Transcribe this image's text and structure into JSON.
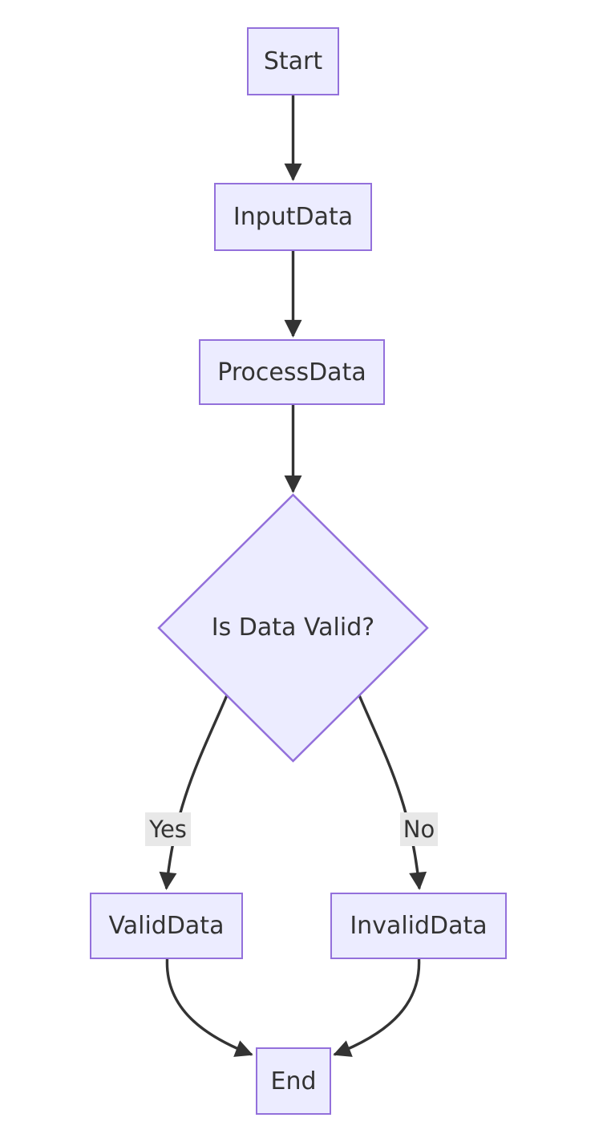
{
  "diagram": {
    "type": "flowchart",
    "direction": "top-down",
    "background": "#ffffff",
    "theme": {
      "node_fill": "#ECECFF",
      "node_border": "#9370DB",
      "node_text_color": "#333333",
      "edge_color": "#333333",
      "edge_label_bg": "#e8e8e8",
      "background": "#ffffff"
    },
    "nodes": [
      {
        "id": "start",
        "label": "Start",
        "shape": "rectangle"
      },
      {
        "id": "input",
        "label": "InputData",
        "shape": "rectangle"
      },
      {
        "id": "process",
        "label": "ProcessData",
        "shape": "rectangle"
      },
      {
        "id": "decision",
        "label": "Is Data Valid?",
        "shape": "diamond"
      },
      {
        "id": "valid",
        "label": "ValidData",
        "shape": "rectangle"
      },
      {
        "id": "invalid",
        "label": "InvalidData",
        "shape": "rectangle"
      },
      {
        "id": "end",
        "label": "End",
        "shape": "rectangle"
      }
    ],
    "edges": [
      {
        "from": "start",
        "to": "input",
        "label": ""
      },
      {
        "from": "input",
        "to": "process",
        "label": ""
      },
      {
        "from": "process",
        "to": "decision",
        "label": ""
      },
      {
        "from": "decision",
        "to": "valid",
        "label": "Yes"
      },
      {
        "from": "decision",
        "to": "invalid",
        "label": "No"
      },
      {
        "from": "valid",
        "to": "end",
        "label": ""
      },
      {
        "from": "invalid",
        "to": "end",
        "label": ""
      }
    ]
  }
}
